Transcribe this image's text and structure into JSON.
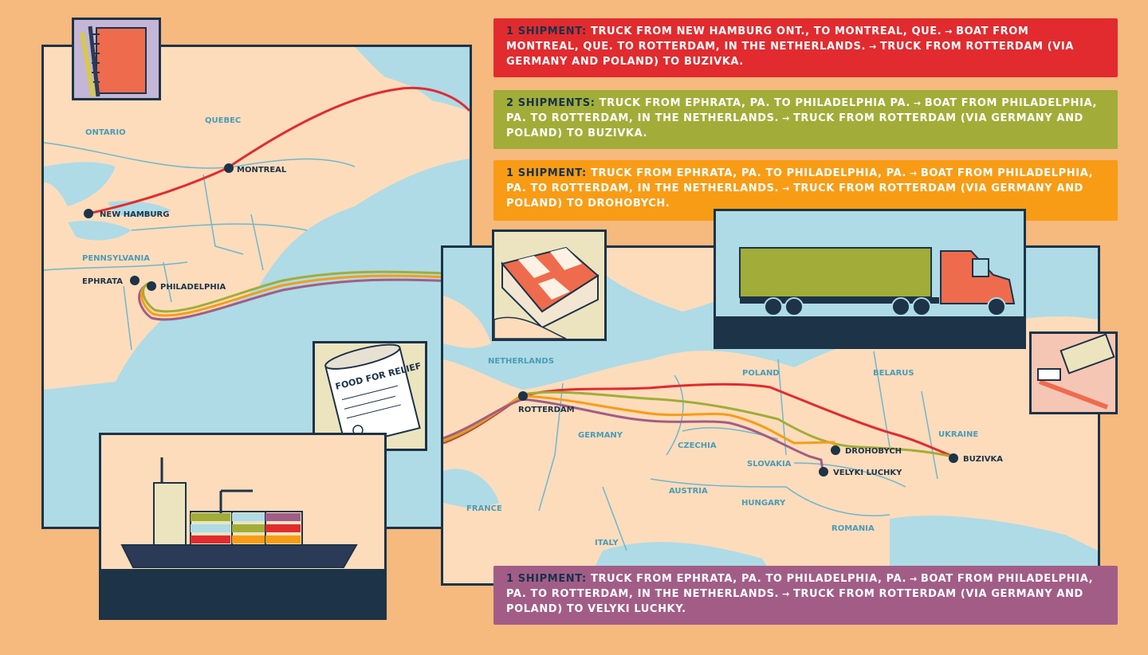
{
  "legend": [
    {
      "heading": "1 SHIPMENT:",
      "segments": [
        "TRUCK FROM NEW HAMBURG ONT., TO MONTREAL, QUE.",
        "BOAT FROM MONTREAL, QUE. TO ROTTERDAM, IN THE NETHERLANDS.",
        "TRUCK FROM ROTTERDAM (VIA GERMANY AND POLAND) TO BUZIVKA."
      ],
      "color": "#e12b2f"
    },
    {
      "heading": "2 SHIPMENTS:",
      "segments": [
        "TRUCK FROM EPHRATA, PA. TO PHILADELPHIA PA.",
        "BOAT FROM PHILADELPHIA, PA. TO ROTTERDAM, IN THE NETHERLANDS.",
        "TRUCK FROM ROTTERDAM (VIA GERMANY AND POLAND) TO BUZIVKA."
      ],
      "color": "#a1ad38"
    },
    {
      "heading": "1 SHIPMENT:",
      "segments": [
        "TRUCK FROM EPHRATA, PA. TO PHILADELPHIA, PA.",
        "BOAT FROM PHILADELPHIA, PA. TO ROTTERDAM, IN THE NETHERLANDS.",
        "TRUCK FROM ROTTERDAM (VIA GERMANY AND POLAND) TO DROHOBYCH."
      ],
      "color": "#f89c16"
    },
    {
      "heading": "1 SHIPMENT:",
      "segments": [
        "TRUCK FROM EPHRATA, PA. TO PHILADELPHIA, PA.",
        "BOAT FROM PHILADELPHIA, PA. TO ROTTERDAM, IN THE NETHERLANDS.",
        "TRUCK FROM ROTTERDAM (VIA GERMANY AND POLAND) TO VELYKI LUCHKY."
      ],
      "color": "#a25d87"
    }
  ],
  "arrow_glyph": "→",
  "north_america": {
    "regions": [
      "ONTARIO",
      "QUEBEC",
      "PENNSYLVANIA"
    ],
    "cities": [
      "MONTREAL",
      "NEW HAMBURG",
      "EPHRATA",
      "PHILADELPHIA"
    ]
  },
  "europe": {
    "regions": [
      "NETHERLANDS",
      "POLAND",
      "BELARUS",
      "UKRAINE",
      "GERMANY",
      "CZECHIA",
      "SLOVAKIA",
      "AUSTRIA",
      "HUNGARY",
      "ROMANIA",
      "FRANCE",
      "ITALY"
    ],
    "cities": [
      "ROTTERDAM",
      "DROHOBYCH",
      "VELYKI LUCHKY",
      "BUZIVKA"
    ]
  },
  "can_label": "FOOD FOR RELIEF",
  "colors": {
    "land": "#fddcbc",
    "water": "#aedbe6",
    "ink": "#1d3347",
    "border": "#6fb7cc",
    "background": "#f6b97e"
  },
  "icons": [
    "notebook-pencils-icon",
    "blanket-icon",
    "semi-truck-icon",
    "toothbrush-icon",
    "food-can-icon",
    "cargo-ship-icon"
  ]
}
